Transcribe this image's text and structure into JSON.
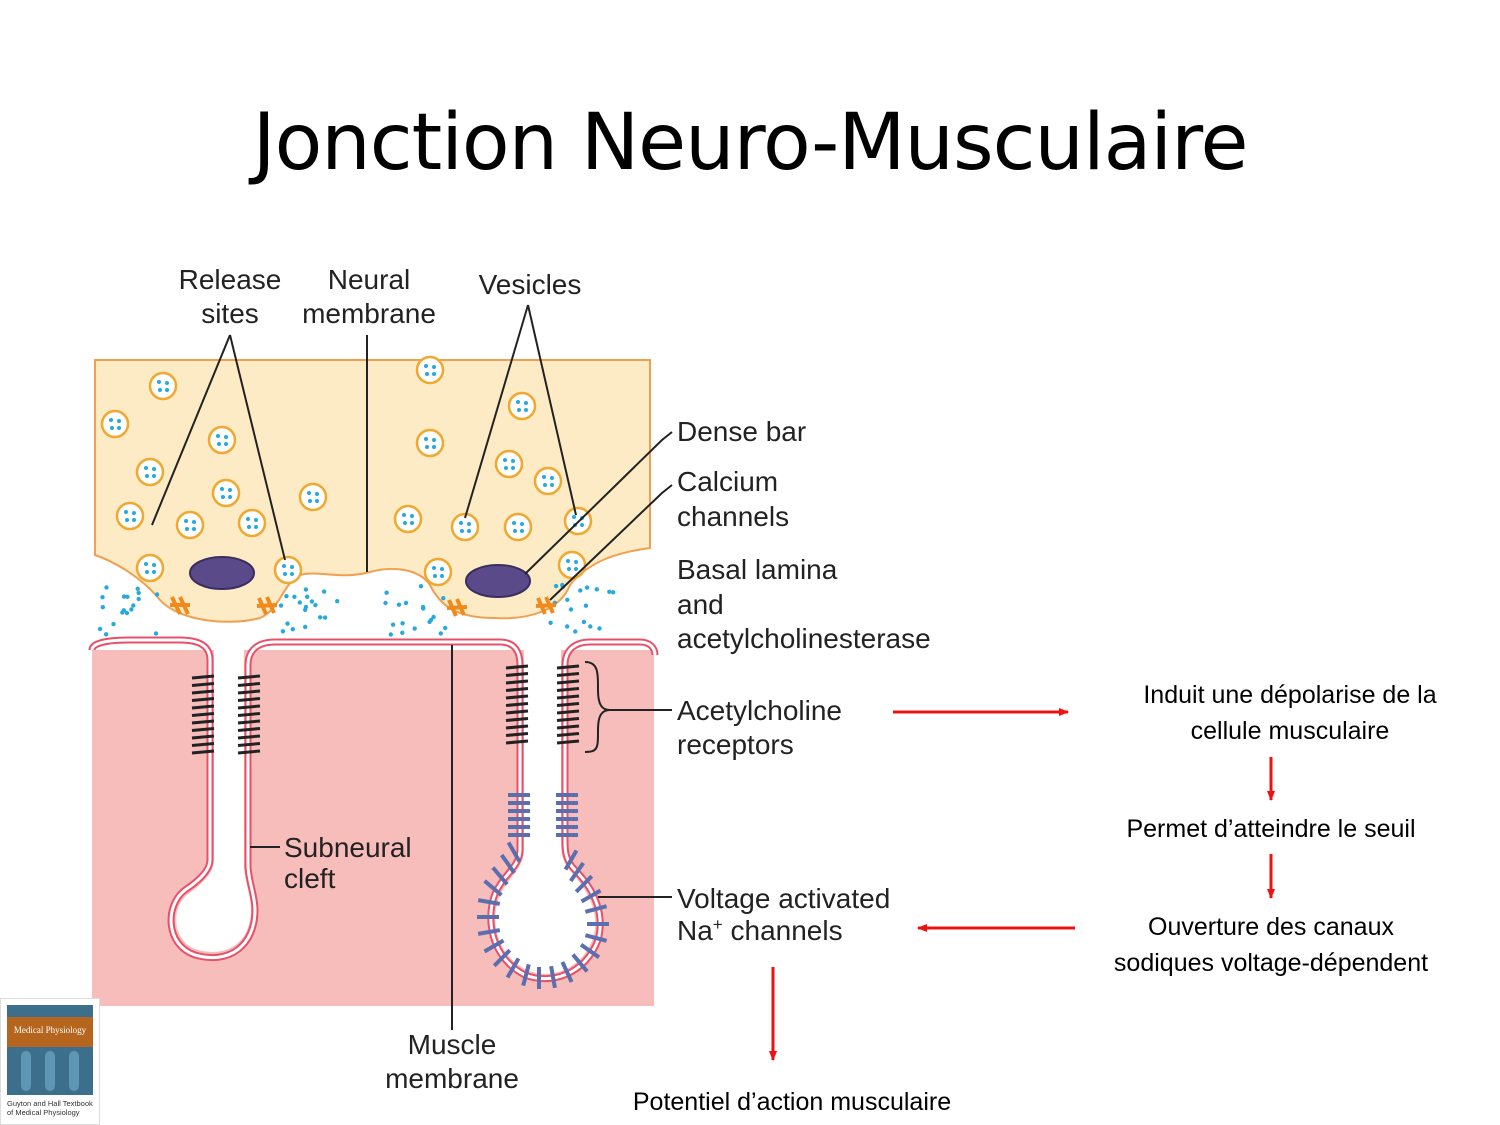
{
  "title": "Jonction Neuro-Musculaire",
  "diagram_labels": {
    "release_sites": [
      "Release",
      "sites"
    ],
    "neural_membrane": [
      "Neural",
      "membrane"
    ],
    "vesicles": "Vesicles",
    "dense_bar": "Dense bar",
    "calcium_channels": [
      "Calcium",
      "channels"
    ],
    "basal_lamina": [
      "Basal lamina",
      "and",
      "acetylcholinesterase"
    ],
    "ach_receptors": [
      "Acetylcholine",
      "receptors"
    ],
    "subneural_cleft": [
      "Subneural",
      "cleft"
    ],
    "na_channels": [
      "Voltage activated",
      "Na",
      "+",
      " channels"
    ],
    "muscle_membrane": [
      "Muscle",
      "membrane"
    ]
  },
  "flow": {
    "step1": [
      "Induit une dépolarise de la",
      "cellule musculaire"
    ],
    "step2": "Permet d’atteindre le seuil",
    "step3": [
      "Ouverture des canaux",
      "sodiques voltage-dépendent"
    ],
    "step4": "Potentiel d’action musculaire"
  },
  "book": {
    "cover_text": "Medical Physiology",
    "caption": [
      "Guyton and Hall Textbook",
      "of Medical Physiology"
    ]
  },
  "colors": {
    "nerve": "#fdebc5",
    "muscle": "#f7bdbb",
    "membrane_red": "#e8506a",
    "vesicle_fill": "#ffffff",
    "vesicle_ring": "#f0a830",
    "ach_dots": "#29a8e0",
    "dense_bar": "#5b4a8a",
    "ca_channel": "#f08a1c",
    "na_channel": "#5a6fb0",
    "arrow": "#ee1111"
  }
}
